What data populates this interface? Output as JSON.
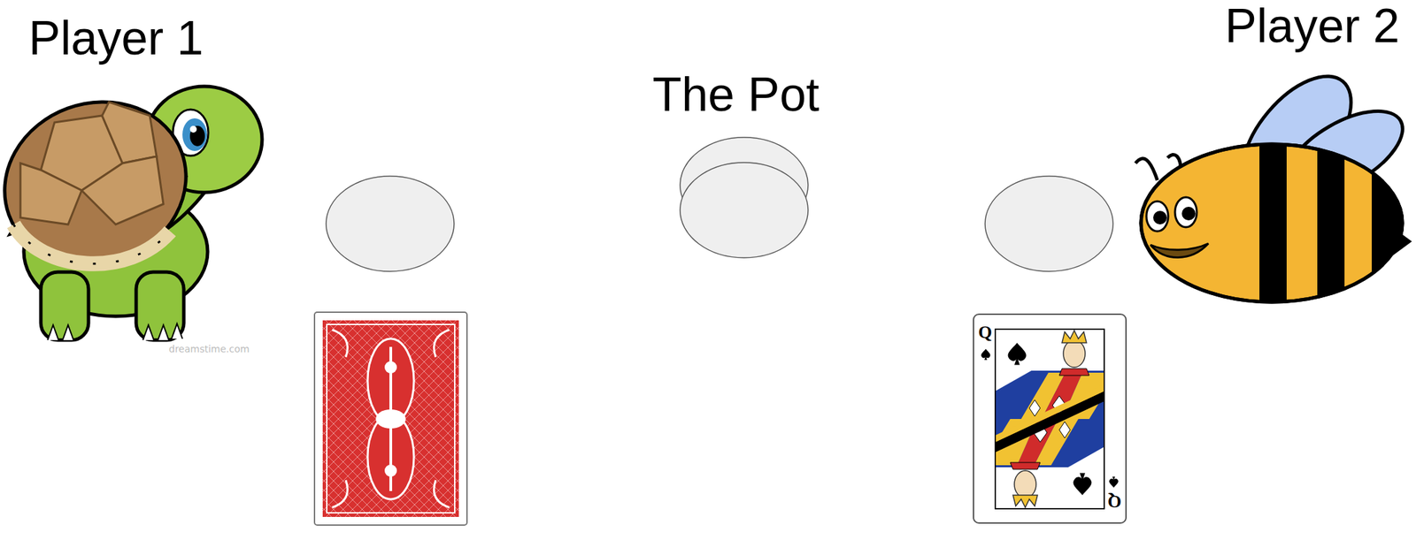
{
  "diagram": {
    "labels": [
      "Player 1",
      "Player 2",
      "The Pot",
      "Q",
      "Q",
      "dreamstime.com"
    ]
  }
}
